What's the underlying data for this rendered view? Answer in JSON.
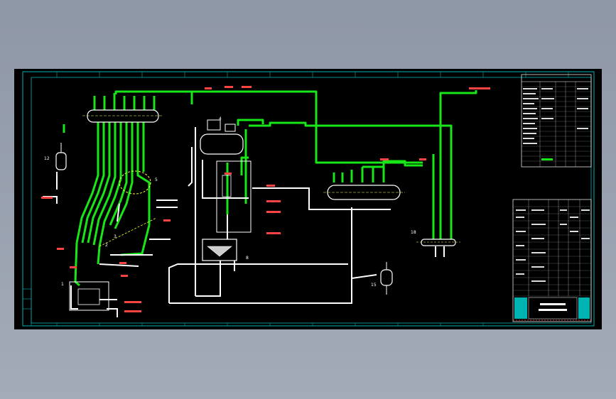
{
  "viewer": {
    "background_color": "#9aa2b0",
    "canvas_color": "#000000",
    "frame_color": "#00b3b3",
    "pipe_color_green": "#19e619",
    "pipe_color_white": "#ffffff"
  },
  "drawing": {
    "equipment_tags": {
      "tag_1": "1",
      "tag_2": "2",
      "tag_3": "3",
      "tag_4": "4",
      "tag_5": "5",
      "tag_8": "8",
      "tag_12": "12",
      "tag_15": "15",
      "tag_18": "18"
    }
  }
}
